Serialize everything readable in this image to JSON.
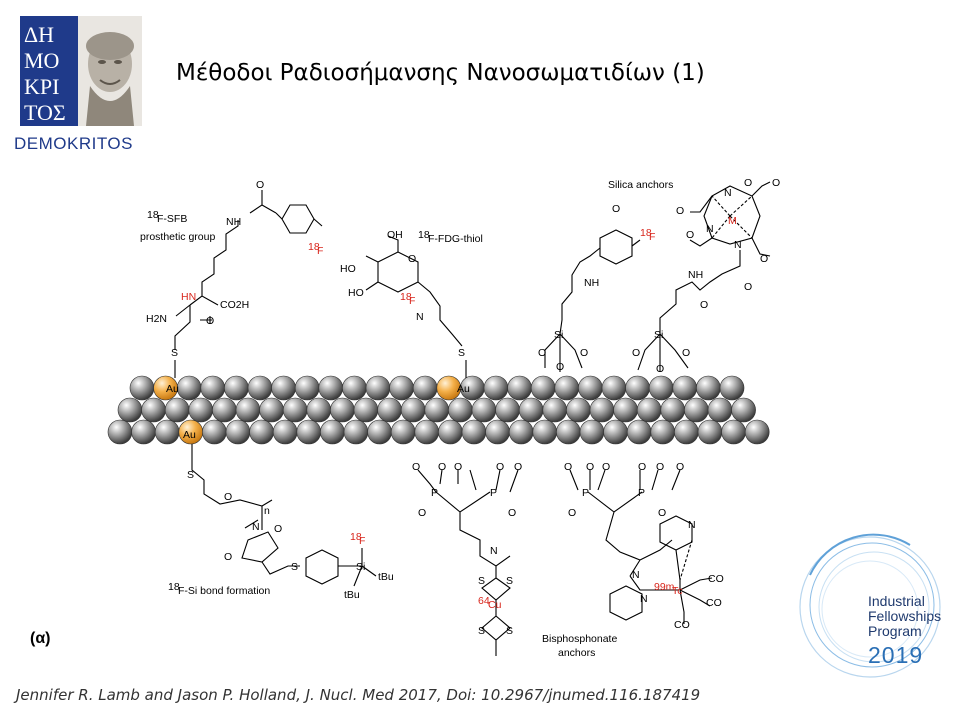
{
  "header": {
    "title": "Μέθοδοι Ραδιοσήμανσης Νανοσωματιδίων (1)",
    "logo_word": "DEMOKRITOS"
  },
  "panel_label": "(α)",
  "citation": "Jennifer R. Lamb and Jason P. Holland, J. Nucl. Med 2017, Doi: 10.2967/jnumed.116.187419",
  "badge": {
    "line1": "Industrial",
    "line2": "Fellowships",
    "line3": "Program",
    "year": "2019"
  },
  "colors": {
    "logo_blue": "#1f3a8a",
    "radio_red": "#d8261c",
    "gold": "#f2a93b",
    "badge_blue": "#2a6fb5"
  },
  "scheme": {
    "labels": {
      "sfb_sup": "18",
      "sfb": "F-SFB",
      "prosthetic": "prosthetic group",
      "fdg_sup": "18",
      "fdg": "F-FDG-thiol",
      "silica": "Silica anchors",
      "si_bond_sup": "18",
      "si_bond": "F-Si bond formation",
      "bisphos1": "Bisphosphonate",
      "bisphos2": "anchors"
    },
    "atoms": {
      "au": "Au",
      "s": "S",
      "o": "O",
      "n": "N",
      "nh": "NH",
      "hn": "HN",
      "h2n": "H2N",
      "co2h": "CO2H",
      "oh": "OH",
      "ho": "HO",
      "si": "Si",
      "p": "P",
      "f_sup": "18",
      "f": "F",
      "cu_sup": "64",
      "cu": "Cu",
      "tc_sup": "99m",
      "tc": "Tc",
      "co": "CO",
      "m": "M",
      "tbu": "tBu",
      "n_sub": "n"
    }
  }
}
